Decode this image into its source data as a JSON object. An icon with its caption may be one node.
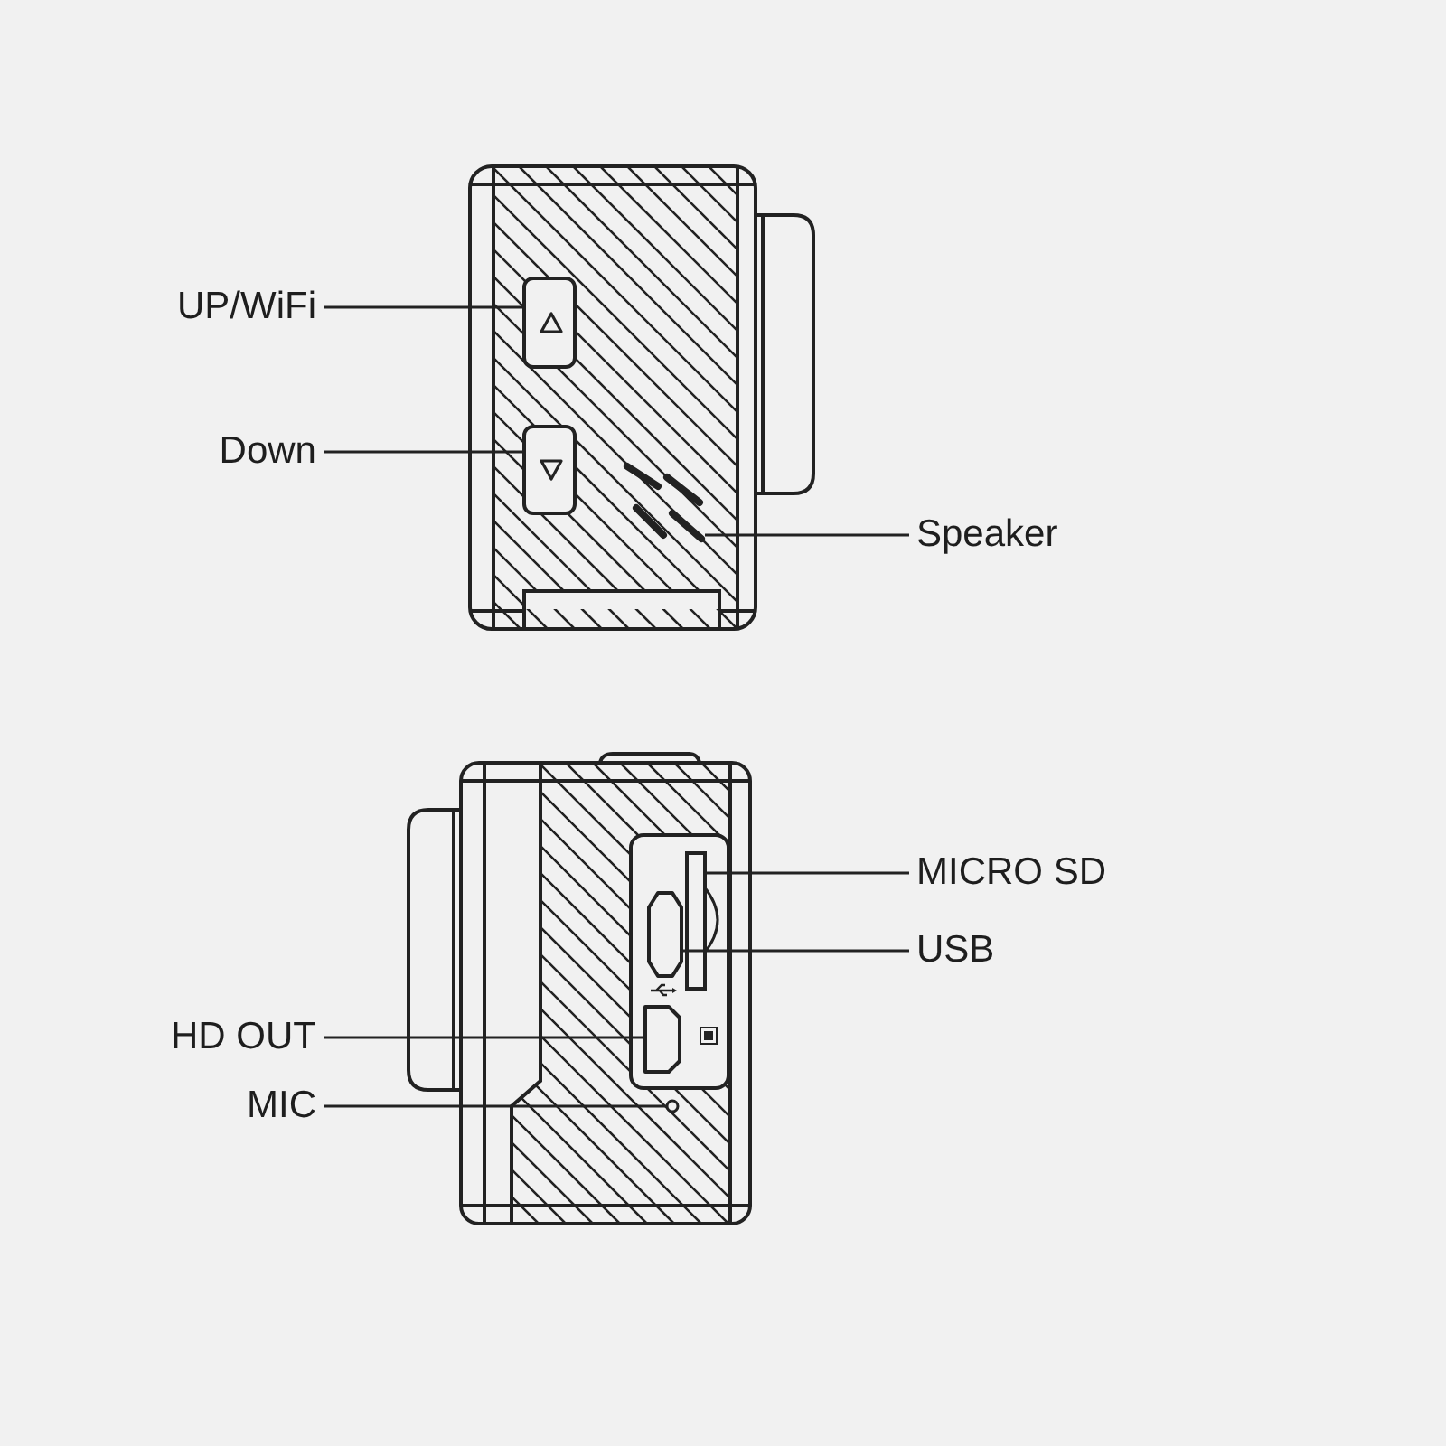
{
  "diagram": {
    "nodes": [
      {
        "text": [
          "UP/WiFi"
        ]
      },
      {
        "text": [
          "Down"
        ]
      },
      {
        "text": [
          "Speaker"
        ]
      },
      {
        "text": [
          "MICRO SD"
        ]
      },
      {
        "text": [
          "USB"
        ]
      },
      {
        "text": [
          "HD OUT"
        ]
      },
      {
        "text": [
          "MIC"
        ]
      },
      {
        "text": [],
        "shape": "picture"
      },
      {
        "text": [],
        "shape": "picture"
      },
      {
        "text": [],
        "shape": "picture"
      },
      {
        "text": [],
        "shape": "bar"
      },
      {
        "text": [],
        "shape": "box"
      },
      {
        "text": [],
        "shape": "box"
      },
      {
        "text": [],
        "shape": "circle"
      }
    ],
    "edges": [
      {
        "from": 0,
        "to": 7,
        "arrow": "none"
      },
      {
        "from": 1,
        "to": 8,
        "arrow": "none"
      },
      {
        "from": 2,
        "to": 9,
        "arrow": "none"
      },
      {
        "from": 3,
        "to": 10,
        "arrow": "none"
      },
      {
        "from": 4,
        "to": 11,
        "arrow": "none"
      },
      {
        "from": 5,
        "to": 12,
        "arrow": "none"
      },
      {
        "from": 6,
        "to": 13,
        "arrow": "none"
      }
    ]
  }
}
